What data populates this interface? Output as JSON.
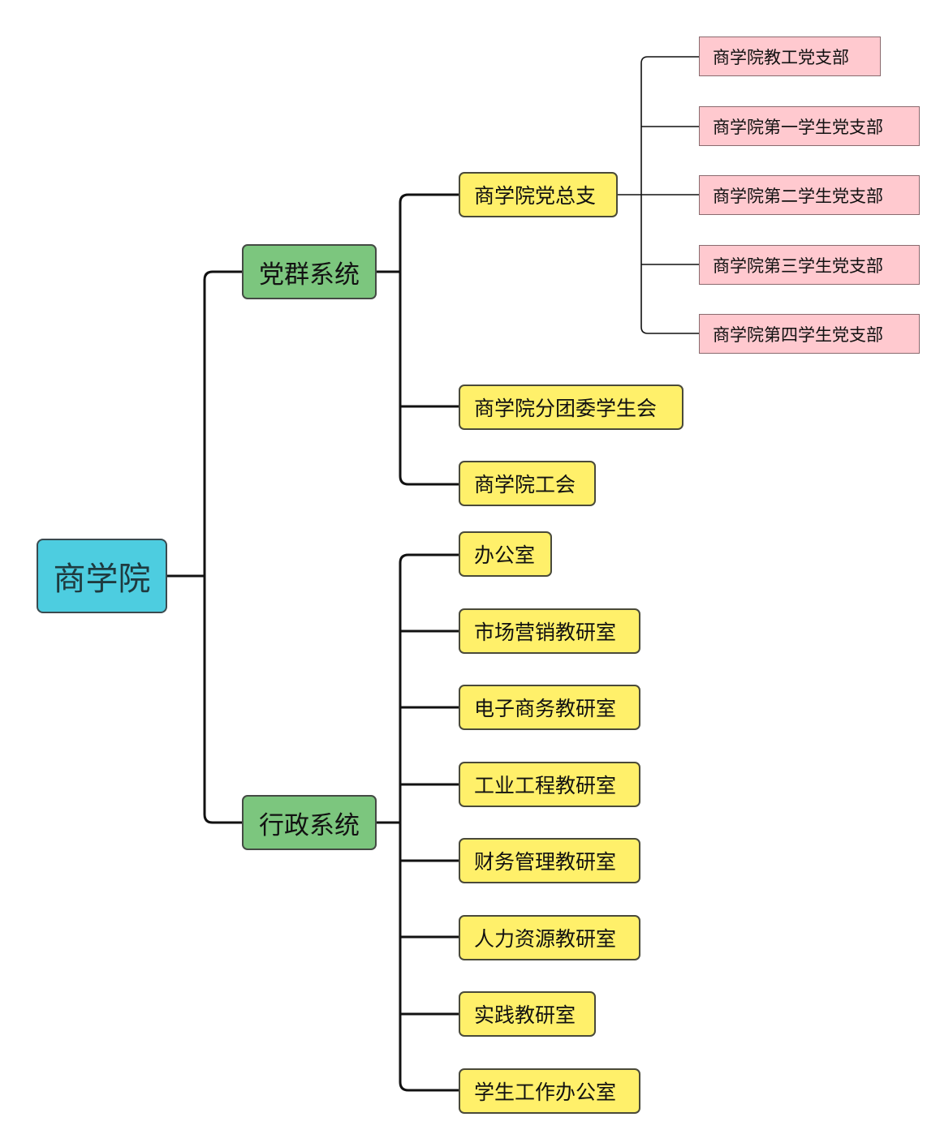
{
  "root": {
    "label": "商学院"
  },
  "party": {
    "label": "党群系统",
    "items": [
      "商学院党总支",
      "商学院分团委学生会",
      "商学院工会"
    ],
    "branches": [
      "商学院教工党支部",
      "商学院第一学生党支部",
      "商学院第二学生党支部",
      "商学院第三学生党支部",
      "商学院第四学生党支部"
    ]
  },
  "admin": {
    "label": "行政系统",
    "items": [
      "办公室",
      "市场营销教研室",
      "电子商务教研室",
      "工业工程教研室",
      "财务管理教研室",
      "人力资源教研室",
      "实践教研室",
      "学生工作办公室"
    ]
  },
  "colors": {
    "root": "#4dcde0",
    "system": "#7cc67e",
    "unit": "#fff06a",
    "branch": "#ffc9cf",
    "line": "#111111"
  }
}
